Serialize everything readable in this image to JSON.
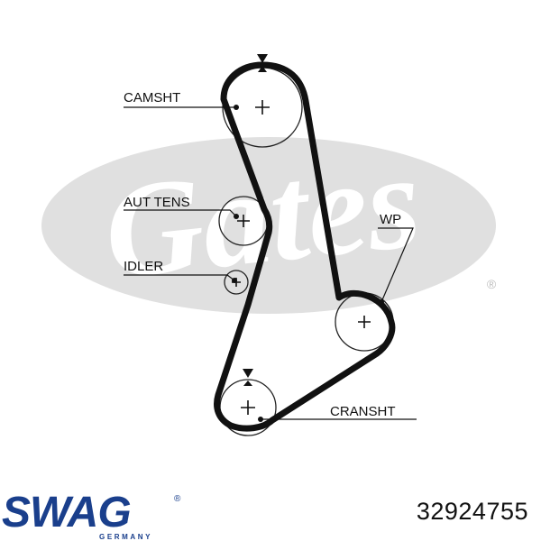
{
  "labels": {
    "camshaft": "CAMSHT",
    "tensioner": "AUT TENS",
    "idler": "IDLER",
    "water_pump": "WP",
    "crankshaft": "CRANSHT"
  },
  "watermark": {
    "text": "Gates",
    "registered": "®"
  },
  "brand": {
    "name": "SWAG",
    "sub": "GERMANY",
    "registered": "®"
  },
  "part_number": "32924755",
  "colors": {
    "belt": "#111111",
    "watermark": "#e0e0e0",
    "brand_blue": "#1a3f8c"
  }
}
